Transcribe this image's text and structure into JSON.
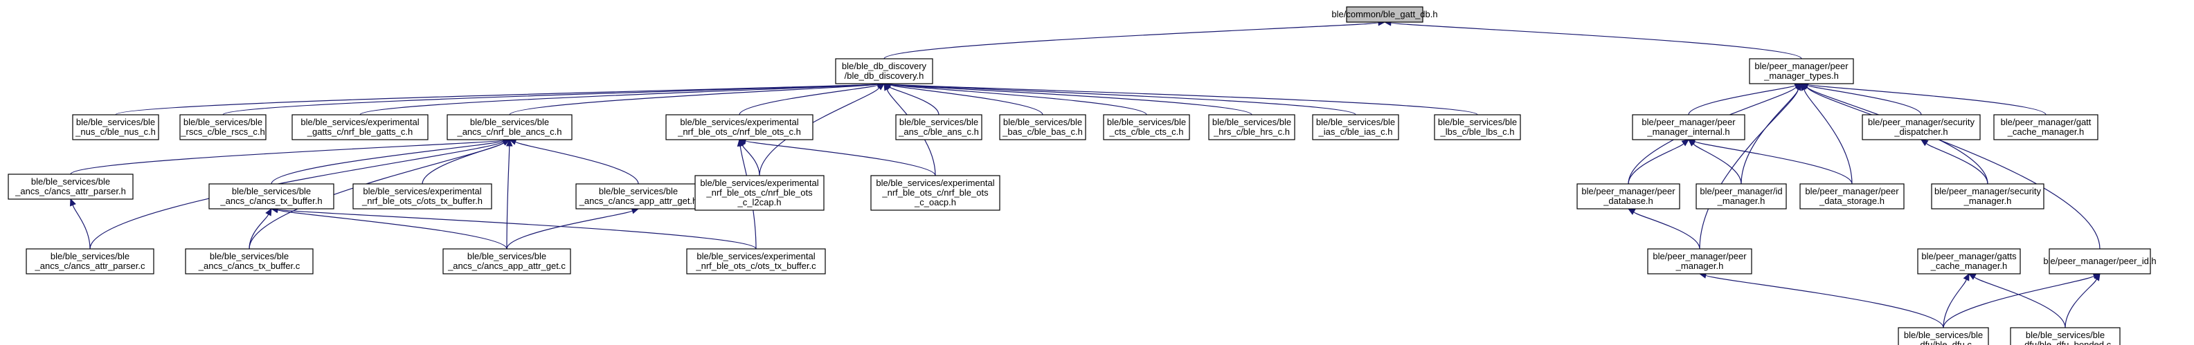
{
  "root": "n0",
  "nodes": [
    {
      "id": "n0",
      "lines": [
        "ble/common/ble_gatt_db.h"
      ]
    },
    {
      "id": "n1",
      "lines": [
        "ble/ble_db_discovery",
        "/ble_db_discovery.h"
      ]
    },
    {
      "id": "n2",
      "lines": [
        "ble/peer_manager/peer",
        "_manager_types.h"
      ]
    },
    {
      "id": "n3",
      "lines": [
        "ble/ble_services/ble",
        "_nus_c/ble_nus_c.h"
      ]
    },
    {
      "id": "n4",
      "lines": [
        "ble/ble_services/ble",
        "_rscs_c/ble_rscs_c.h"
      ]
    },
    {
      "id": "n5",
      "lines": [
        "ble/ble_services/experimental",
        "_gatts_c/nrf_ble_gatts_c.h"
      ]
    },
    {
      "id": "n6",
      "lines": [
        "ble/ble_services/ble",
        "_ancs_c/nrf_ble_ancs_c.h"
      ]
    },
    {
      "id": "n7",
      "lines": [
        "ble/ble_services/experimental",
        "_nrf_ble_ots_c/nrf_ble_ots_c.h"
      ]
    },
    {
      "id": "n8",
      "lines": [
        "ble/ble_services/ble",
        "_ans_c/ble_ans_c.h"
      ]
    },
    {
      "id": "n9",
      "lines": [
        "ble/ble_services/ble",
        "_bas_c/ble_bas_c.h"
      ]
    },
    {
      "id": "n10",
      "lines": [
        "ble/ble_services/ble",
        "_cts_c/ble_cts_c.h"
      ]
    },
    {
      "id": "n11",
      "lines": [
        "ble/ble_services/ble",
        "_hrs_c/ble_hrs_c.h"
      ]
    },
    {
      "id": "n12",
      "lines": [
        "ble/ble_services/ble",
        "_ias_c/ble_ias_c.h"
      ]
    },
    {
      "id": "n13",
      "lines": [
        "ble/ble_services/ble",
        "_lbs_c/ble_lbs_c.h"
      ]
    },
    {
      "id": "n14",
      "lines": [
        "ble/ble_services/ble",
        "_ancs_c/ancs_attr_parser.h"
      ]
    },
    {
      "id": "n15",
      "lines": [
        "ble/ble_services/ble",
        "_ancs_c/ancs_tx_buffer.h"
      ]
    },
    {
      "id": "n16",
      "lines": [
        "ble/ble_services/experimental",
        "_nrf_ble_ots_c/ots_tx_buffer.h"
      ]
    },
    {
      "id": "n17",
      "lines": [
        "ble/ble_services/ble",
        "_ancs_c/ancs_app_attr_get.h"
      ]
    },
    {
      "id": "n18",
      "lines": [
        "ble/ble_services/experimental",
        "_nrf_ble_ots_c/nrf_ble_ots",
        "_c_l2cap.h"
      ]
    },
    {
      "id": "n19",
      "lines": [
        "ble/ble_services/experimental",
        "_nrf_ble_ots_c/nrf_ble_ots",
        "_c_oacp.h"
      ]
    },
    {
      "id": "n20",
      "lines": [
        "ble/ble_services/ble",
        "_ancs_c/ancs_attr_parser.c"
      ]
    },
    {
      "id": "n21",
      "lines": [
        "ble/ble_services/ble",
        "_ancs_c/ancs_tx_buffer.c"
      ]
    },
    {
      "id": "n22",
      "lines": [
        "ble/ble_services/ble",
        "_ancs_c/ancs_app_attr_get.c"
      ]
    },
    {
      "id": "n23",
      "lines": [
        "ble/ble_services/experimental",
        "_nrf_ble_ots_c/ots_tx_buffer.c"
      ]
    },
    {
      "id": "n24",
      "lines": [
        "ble/peer_manager/peer",
        "_manager_internal.h"
      ]
    },
    {
      "id": "n25",
      "lines": [
        "ble/peer_manager/security",
        "_dispatcher.h"
      ]
    },
    {
      "id": "n26",
      "lines": [
        "ble/peer_manager/gatt",
        "_cache_manager.h"
      ]
    },
    {
      "id": "n27",
      "lines": [
        "ble/peer_manager/peer",
        "_database.h"
      ]
    },
    {
      "id": "n28",
      "lines": [
        "ble/peer_manager/id",
        "_manager.h"
      ]
    },
    {
      "id": "n29",
      "lines": [
        "ble/peer_manager/peer",
        "_data_storage.h"
      ]
    },
    {
      "id": "n30",
      "lines": [
        "ble/peer_manager/security",
        "_manager.h"
      ]
    },
    {
      "id": "n31",
      "lines": [
        "ble/peer_manager/peer",
        "_manager.h"
      ]
    },
    {
      "id": "n32",
      "lines": [
        "ble/peer_manager/gatts",
        "_cache_manager.h"
      ]
    },
    {
      "id": "n33",
      "lines": [
        "ble/peer_manager/peer_id.h"
      ]
    },
    {
      "id": "n34",
      "lines": [
        "ble/ble_services/ble",
        "_dfu/ble_dfu.c"
      ]
    },
    {
      "id": "n35",
      "lines": [
        "ble/ble_services/ble",
        "_dfu/ble_dfu_bonded.c"
      ]
    }
  ],
  "edges": [
    [
      "n0",
      "n1"
    ],
    [
      "n0",
      "n2"
    ],
    [
      "n1",
      "n3"
    ],
    [
      "n1",
      "n4"
    ],
    [
      "n1",
      "n5"
    ],
    [
      "n1",
      "n6"
    ],
    [
      "n1",
      "n7"
    ],
    [
      "n1",
      "n8"
    ],
    [
      "n1",
      "n9"
    ],
    [
      "n1",
      "n10"
    ],
    [
      "n1",
      "n11"
    ],
    [
      "n1",
      "n12"
    ],
    [
      "n1",
      "n13"
    ],
    [
      "n1",
      "n18"
    ],
    [
      "n1",
      "n19"
    ],
    [
      "n6",
      "n14"
    ],
    [
      "n6",
      "n15"
    ],
    [
      "n6",
      "n16"
    ],
    [
      "n6",
      "n17"
    ],
    [
      "n6",
      "n20"
    ],
    [
      "n6",
      "n21"
    ],
    [
      "n6",
      "n22"
    ],
    [
      "n7",
      "n18"
    ],
    [
      "n7",
      "n19"
    ],
    [
      "n7",
      "n23"
    ],
    [
      "n14",
      "n20"
    ],
    [
      "n15",
      "n21"
    ],
    [
      "n15",
      "n22"
    ],
    [
      "n15",
      "n23"
    ],
    [
      "n17",
      "n22"
    ],
    [
      "n2",
      "n24"
    ],
    [
      "n2",
      "n25"
    ],
    [
      "n2",
      "n26"
    ],
    [
      "n2",
      "n27"
    ],
    [
      "n2",
      "n28"
    ],
    [
      "n2",
      "n29"
    ],
    [
      "n2",
      "n30"
    ],
    [
      "n2",
      "n31"
    ],
    [
      "n2",
      "n33"
    ],
    [
      "n24",
      "n27"
    ],
    [
      "n24",
      "n28"
    ],
    [
      "n24",
      "n29"
    ],
    [
      "n25",
      "n30"
    ],
    [
      "n27",
      "n31"
    ],
    [
      "n31",
      "n34"
    ],
    [
      "n32",
      "n34"
    ],
    [
      "n32",
      "n35"
    ],
    [
      "n33",
      "n34"
    ],
    [
      "n33",
      "n35"
    ]
  ]
}
